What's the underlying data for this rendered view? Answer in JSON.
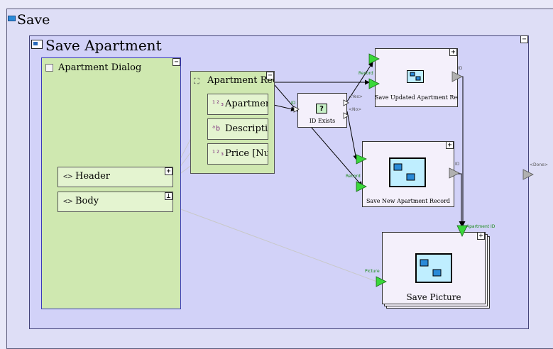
{
  "outer": {
    "title": "Save"
  },
  "inner": {
    "title": "Save Apartment",
    "collapse": "−"
  },
  "dialog": {
    "title": "Apartment Dialog",
    "collapse": "−",
    "header": {
      "label": "Header",
      "btn": "+"
    },
    "body": {
      "label": "Body",
      "btn": "⊥"
    }
  },
  "record": {
    "title": "Apartment Record",
    "collapse": "−",
    "fields": [
      {
        "glyph": "¹²₃",
        "label": "Apartment ID [Number]"
      },
      {
        "glyph": "ᵃb",
        "label": "Description [Text]"
      },
      {
        "glyph": "¹²₃",
        "label": "Price [Number]"
      }
    ]
  },
  "id_exists": {
    "title": "ID Exists",
    "in_port": "ID",
    "yes": "<Yes>",
    "no": "<No>"
  },
  "save_updated": {
    "title": "Save Updated Apartment Record",
    "in_port": "Record",
    "out_port": "ID",
    "btn": "+"
  },
  "save_new": {
    "title": "Save New Apartment Record",
    "in_port": "Record",
    "out_port": "ID",
    "btn": "+"
  },
  "save_picture": {
    "title": "Save Picture",
    "in_port": "Picture",
    "apt_port": "Apartment ID",
    "btn": "+"
  },
  "done": "<Done>",
  "colors": {
    "port_green": "#3ad83a",
    "port_gray": "#b0b0b0",
    "dialog_bg": "#cfe8b0",
    "canvas_bg": "#d2d2f8"
  }
}
